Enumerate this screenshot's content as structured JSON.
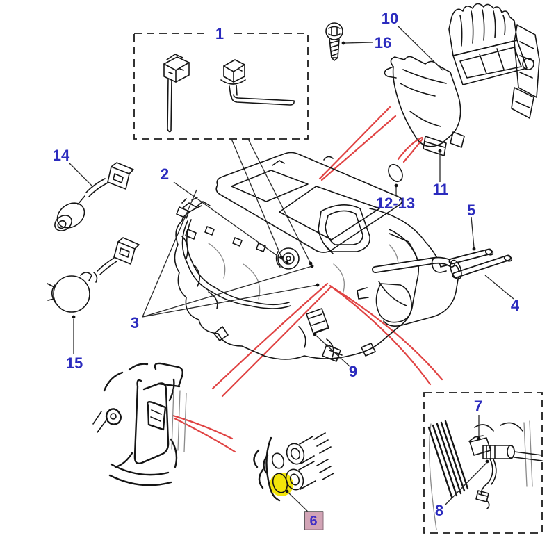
{
  "diagram": {
    "type": "exploded-parts-diagram",
    "callouts": {
      "c1": {
        "label": "1"
      },
      "c2": {
        "label": "2"
      },
      "c3": {
        "label": "3"
      },
      "c4": {
        "label": "4"
      },
      "c5": {
        "label": "5"
      },
      "c6": {
        "label": "6",
        "highlighted": "selected"
      },
      "c7": {
        "label": "7"
      },
      "c8": {
        "label": "8"
      },
      "c9": {
        "label": "9"
      },
      "c10": {
        "label": "10"
      },
      "c11": {
        "label": "11"
      },
      "c12_13": {
        "label": "12-13"
      },
      "c14": {
        "label": "14"
      },
      "c15": {
        "label": "15"
      },
      "c16": {
        "label": "16"
      }
    },
    "colors": {
      "callout_blue": "#2b2bbe",
      "routing_red": "#e04343",
      "highlight_yellow": "#f2e50a",
      "selected_badge_bg": "#d2a4b6",
      "selected_badge_text": "#4331c5",
      "line_ink": "#151515",
      "background": "#ffffff"
    }
  }
}
